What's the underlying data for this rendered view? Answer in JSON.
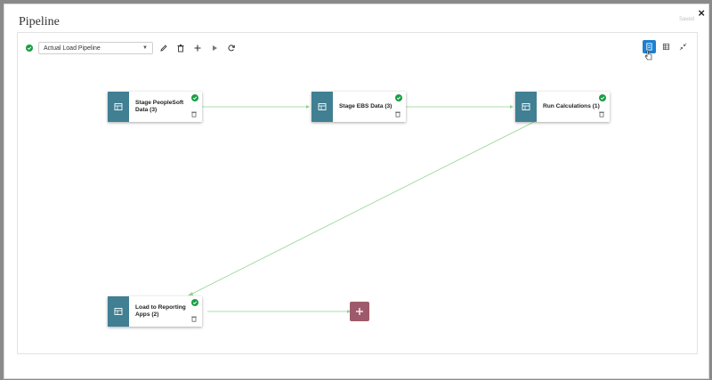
{
  "window": {
    "close_glyph": "×",
    "title": "Pipeline",
    "saved_label": "Saved"
  },
  "toolbar": {
    "status": "success",
    "pipeline_select_value": "Actual Load Pipeline",
    "icons": [
      "edit-icon",
      "delete-icon",
      "add-icon",
      "run-icon",
      "refresh-icon"
    ]
  },
  "view_controls": {
    "icons": [
      "flow-view-icon",
      "grid-view-icon",
      "collapse-icon"
    ],
    "active": "flow-view-icon"
  },
  "nodes": [
    {
      "label": "Stage PeopleSoft Data (3)",
      "status": "success"
    },
    {
      "label": "Stage EBS Data (3)",
      "status": "success"
    },
    {
      "label": "Run Calculations (1)",
      "status": "success"
    },
    {
      "label": "Load to Reporting Apps (2)",
      "status": "success"
    }
  ],
  "colors": {
    "node_icon_bg": "#417f93",
    "success": "#1a9e45",
    "connector": "#8fd48f",
    "add_button": "#9e5a6c",
    "active_view": "#1f7fd0"
  }
}
